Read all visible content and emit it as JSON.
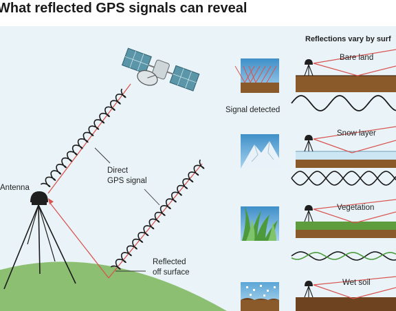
{
  "title": "What reflected GPS signals can reveal",
  "labels": {
    "antenna": "Antenna",
    "direct_line1": "Direct",
    "direct_line2": "GPS signal",
    "reflected_line1": "Reflected",
    "reflected_line2": "off surface"
  },
  "side_panel": {
    "title": "Reflections vary by surf",
    "signal_detected": "Signal detected",
    "rows": [
      {
        "label": "Bare land"
      },
      {
        "label": "Snow layer"
      },
      {
        "label": "Vegetation"
      },
      {
        "label": "Wet soil"
      }
    ]
  },
  "colors": {
    "background": "#e9f3f8",
    "ground": "#8cbf72",
    "signal_ray": "#d9534f",
    "wave": "#1a1a1a",
    "solar_panel": "#5a95a8",
    "soil": "#8b5a2b"
  },
  "icons": [
    "satellite-icon",
    "antenna-icon"
  ]
}
